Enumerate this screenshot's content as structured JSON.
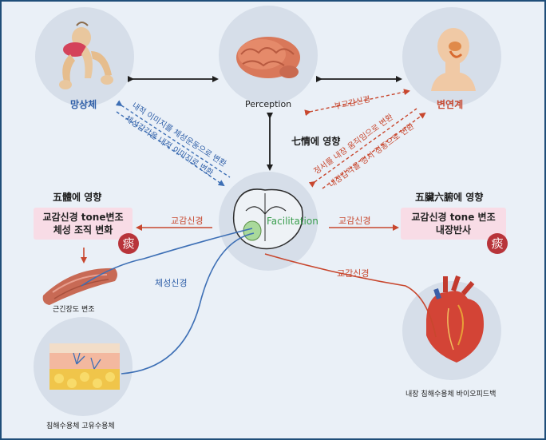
{
  "nodes": {
    "mangsangche": "망상체",
    "perception": "Perception",
    "byeonyeongye": "변연계",
    "facilitation": "Facilitation"
  },
  "arrow_labels": {
    "naejeok_image": "내적 이미지를 체성운동으로 변환",
    "cheseong_gamgak": "체성감각을 내적 이미지로 변환",
    "bugyogam": "부교감신경",
    "chilijeong": "七情에 영향",
    "jeongseo_naejang": "정서를 내장 움직임으로 변환",
    "naejang_gamgak": "내장감각을 정서 정동으로 변환",
    "gyogam_left": "교감신경",
    "gyogam_right": "교감신경",
    "gyogam_heart": "교감신경",
    "cheseong_singyeong": "체성신경"
  },
  "left": {
    "heading": "五體에 영향",
    "box_line1": "교감신경 tone변조",
    "box_line2": "체성 조직 변화",
    "seal": "痰",
    "muscle_label": "근긴장도 변조",
    "skin_label": "침해수용체  고유수용체"
  },
  "right": {
    "heading": "五臟六腑에 영향",
    "box_line1": "교감신경 tone 변조",
    "box_line2": "내장반사",
    "seal": "痰",
    "heart_label": "내장 침해수용체 바이오피드백"
  },
  "colors": {
    "background": "#eaf0f7",
    "border": "#1f4e79",
    "blue_text": "#2f5fa8",
    "red_text": "#c8472e",
    "pink_box": "#f8dce6",
    "seal": "#b8343a"
  }
}
